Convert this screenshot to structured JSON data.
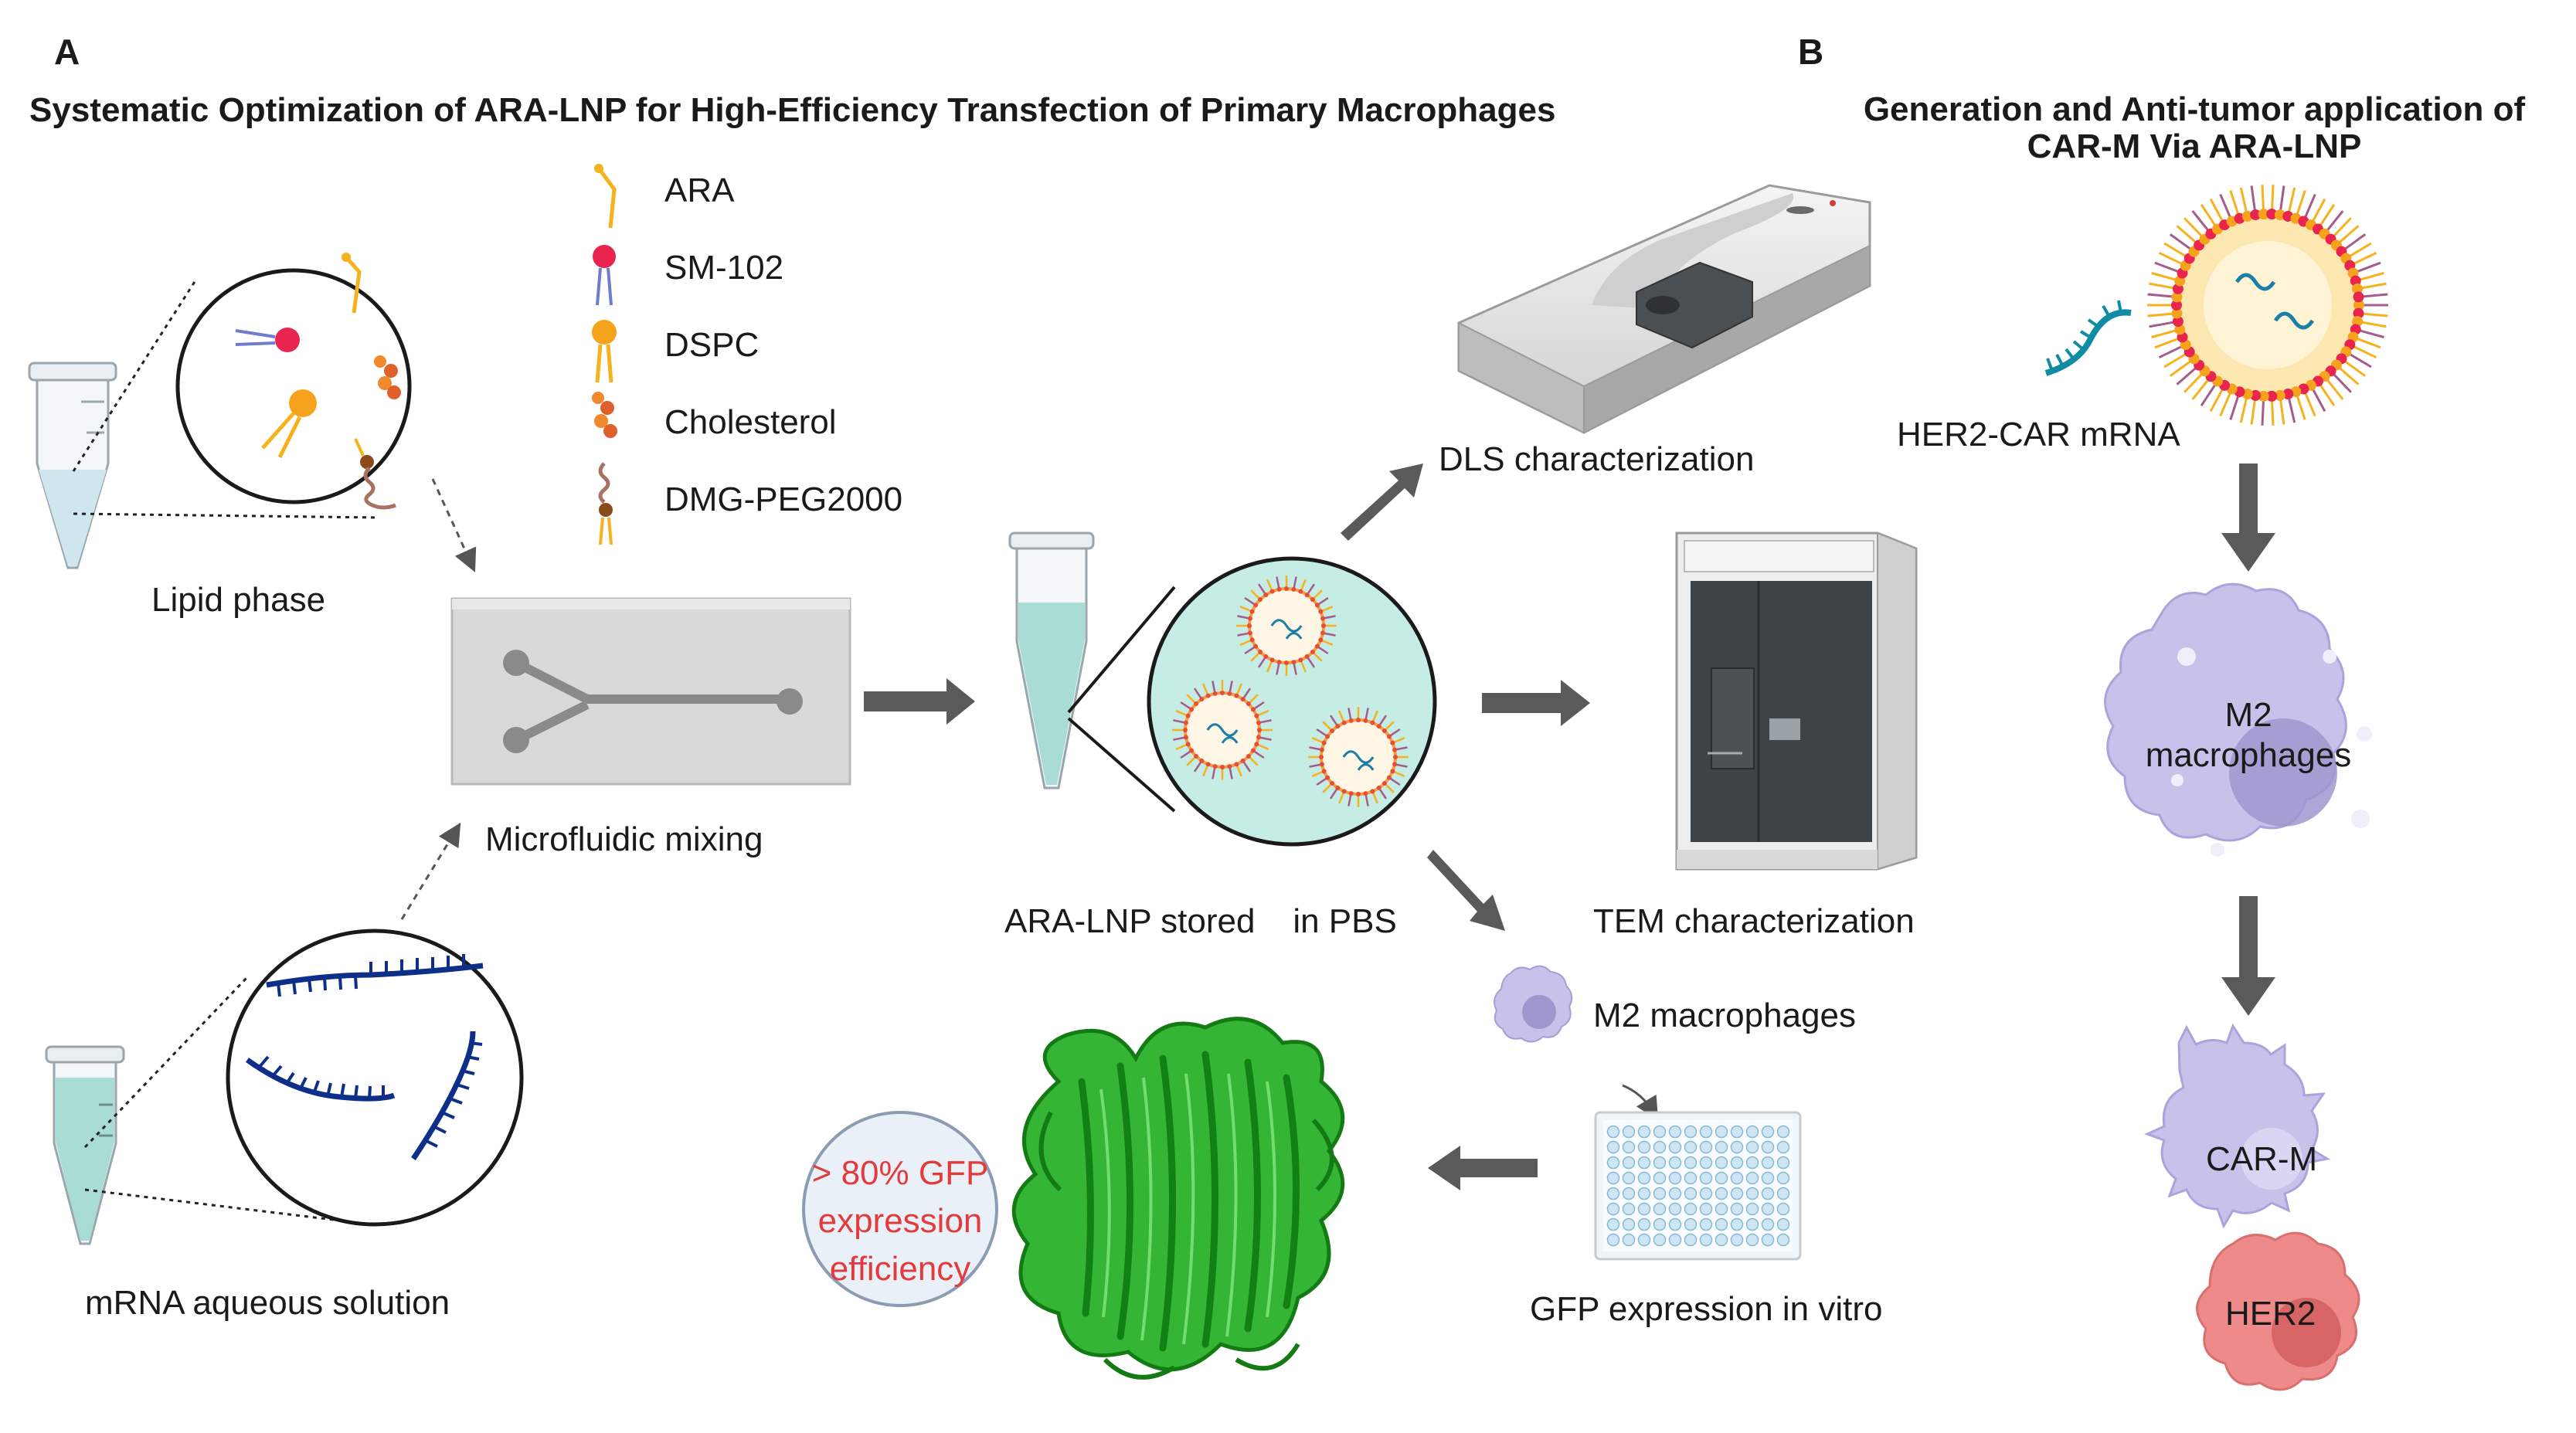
{
  "panelA": {
    "letter": "A",
    "title": "Systematic Optimization of ARA-LNP for High-Efficiency Transfection of Primary Macrophages",
    "legend": [
      {
        "label": "ARA",
        "icon": "ara-lipid-icon"
      },
      {
        "label": "SM-102",
        "icon": "sm102-lipid-icon"
      },
      {
        "label": "DSPC",
        "icon": "dspc-lipid-icon"
      },
      {
        "label": "Cholesterol",
        "icon": "cholesterol-icon"
      },
      {
        "label": "DMG-PEG2000",
        "icon": "peg-lipid-icon"
      }
    ],
    "lipid_phase": "Lipid phase",
    "mrna_solution": "mRNA aqueous solution",
    "microfluidic": "Microfluidic mixing",
    "stored": "ARA-LNP stored    in PBS",
    "dls": "DLS characterization",
    "tem": "TEM characterization",
    "m2": "M2 macrophages",
    "gfp_invitro": "GFP expression in vitro",
    "efficiency": [
      "> 80% GFP",
      "expression",
      "efficiency"
    ]
  },
  "panelB": {
    "letter": "B",
    "title_line1": "Generation and Anti-tumor application of",
    "title_line2": "CAR-M Via ARA-LNP",
    "mrna": "HER2-CAR mRNA",
    "m2_line1": "M2",
    "m2_line2": "macrophages",
    "carm": "CAR-M",
    "her2": "HER2"
  },
  "colors": {
    "arrow": "#5a5a5a",
    "tube_liquid": "#a9dcd4",
    "mrna_strand": "#0d2f8a",
    "lnp_shell": "#f2a03c",
    "macrophage": "#c6c2ea",
    "gfp": "#2fb12f",
    "tumor": "#ee8a8a",
    "efficiency_text": "#e33b3b"
  }
}
